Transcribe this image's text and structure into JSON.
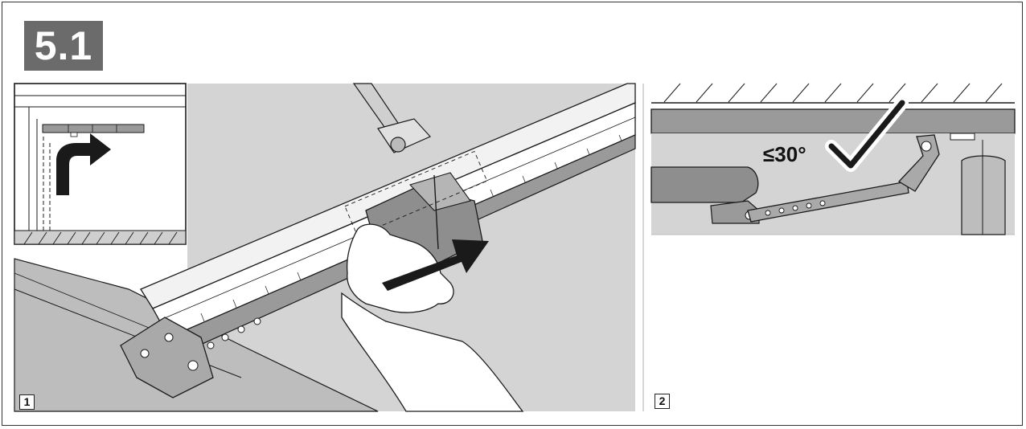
{
  "header": {
    "section_number": "5.1"
  },
  "panels": [
    {
      "step": "1"
    },
    {
      "step": "2",
      "angle_label": "≤30°"
    }
  ],
  "colors": {
    "badge": "#6b6b6b",
    "panel_gray": "#d4d4d4",
    "dark_gray": "#9a9a9a",
    "line": "#1a1a1a"
  },
  "icons": [
    "turn-arrow-icon",
    "push-arrow-icon",
    "checkmark-icon"
  ]
}
